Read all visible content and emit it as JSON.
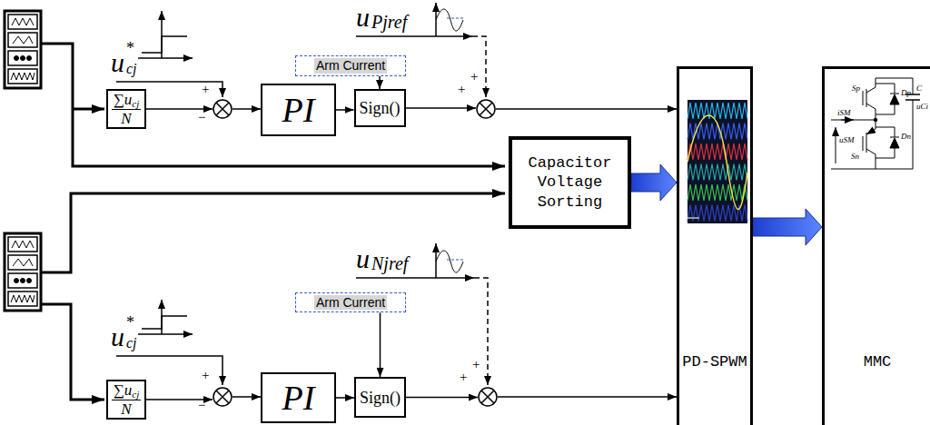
{
  "diagram": {
    "nodes": [
      {
        "text": [
          "∑u",
          "cj",
          "N"
        ]
      },
      {
        "text": [
          "+",
          "−"
        ]
      },
      {
        "text": [
          "PI"
        ]
      },
      {
        "text": [
          "Arm Current"
        ]
      },
      {
        "text": [
          "Sign()"
        ]
      },
      {
        "text": [
          "+",
          "+"
        ]
      },
      {
        "text": [
          "Capacitor Voltage Sorting"
        ]
      },
      {
        "text": [
          "PD-SPWM"
        ]
      },
      {
        "text": [
          "MMC"
        ]
      },
      {
        "text": [
          "∑u",
          "cj",
          "N"
        ]
      },
      {
        "text": [
          "+",
          "−"
        ]
      },
      {
        "text": [
          "PI"
        ]
      },
      {
        "text": [
          "Arm Current"
        ]
      },
      {
        "text": [
          "Sign()"
        ]
      },
      {
        "text": [
          "+",
          "+"
        ]
      }
    ],
    "edges": [
      {
        "from": 0,
        "to": 1,
        "arrow": "to"
      },
      {
        "from": 1,
        "to": 2,
        "arrow": "to"
      },
      {
        "from": 2,
        "to": 4,
        "arrow": "to"
      },
      {
        "from": 3,
        "to": 4,
        "arrow": "to"
      },
      {
        "from": 4,
        "to": 5,
        "arrow": "to"
      },
      {
        "from": 5,
        "to": 7,
        "arrow": "to"
      },
      {
        "from": 6,
        "to": 7,
        "arrow": "to"
      },
      {
        "from": 7,
        "to": 8,
        "arrow": "to"
      },
      {
        "from": 9,
        "to": 10,
        "arrow": "to"
      },
      {
        "from": 10,
        "to": 11,
        "arrow": "to"
      },
      {
        "from": 11,
        "to": 13,
        "arrow": "to"
      },
      {
        "from": 12,
        "to": 13,
        "arrow": "to"
      },
      {
        "from": 13,
        "to": 14,
        "arrow": "to"
      },
      {
        "from": 14,
        "to": 7,
        "arrow": "to"
      }
    ],
    "labels": [
      "u",
      "*",
      "cj",
      "u",
      "Pjref",
      "u",
      "*",
      "cj",
      "u",
      "Njref",
      "Sp",
      "Dp",
      "Sn",
      "Dn",
      "iSM",
      "uSM",
      "C",
      "uCi"
    ]
  }
}
